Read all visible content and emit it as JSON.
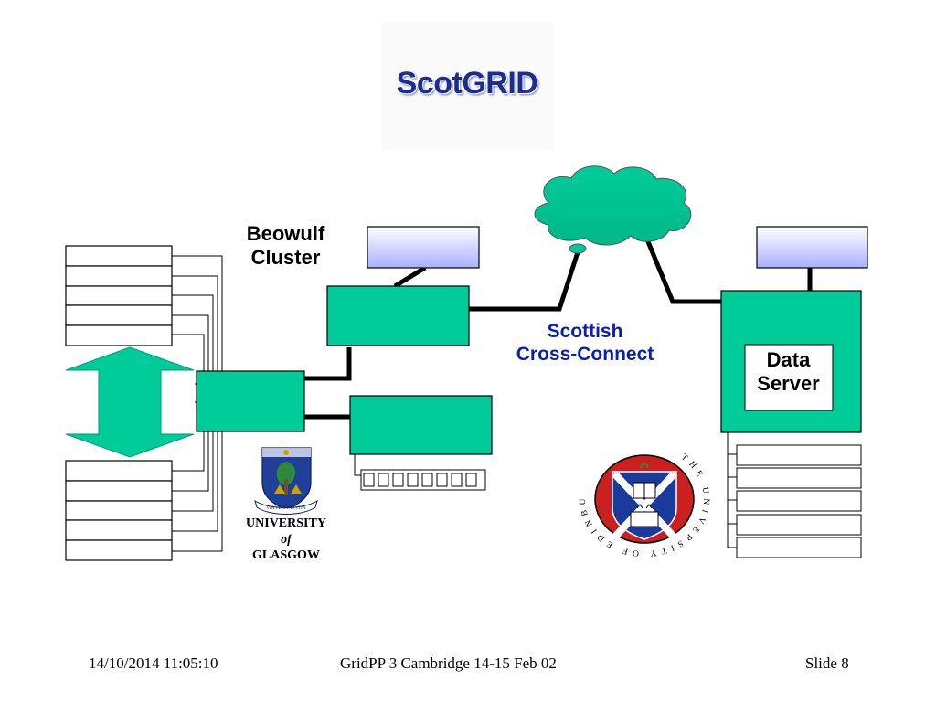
{
  "logo": {
    "text": "ScotGRID"
  },
  "diagram": {
    "beowulf_label": [
      "Beowulf",
      "Cluster"
    ],
    "network_label": [
      "Scottish",
      "Cross-Connect"
    ],
    "data_server_label": [
      "Data",
      "Server"
    ]
  },
  "glasgow_logo": {
    "ribbon_text": "VIA VERITAS VITA",
    "name_lines": [
      "UNIVERSITY",
      "of",
      "GLASGOW"
    ]
  },
  "edinburgh_logo": {
    "ring_text": "THE UNIVERSITY OF EDINBURGH"
  },
  "footer": {
    "date": "14/10/2014 11:05:10",
    "title": "GridPP 3 Cambridge 14-15 Feb 02",
    "slide": "Slide 8"
  },
  "colors": {
    "node_fill": "#00cc99",
    "client_fill_top": "#ffffff",
    "client_fill_bottom": "#aab0ff",
    "title_blue": "#1c2d8f",
    "label_blue": "#0a1fb0"
  }
}
